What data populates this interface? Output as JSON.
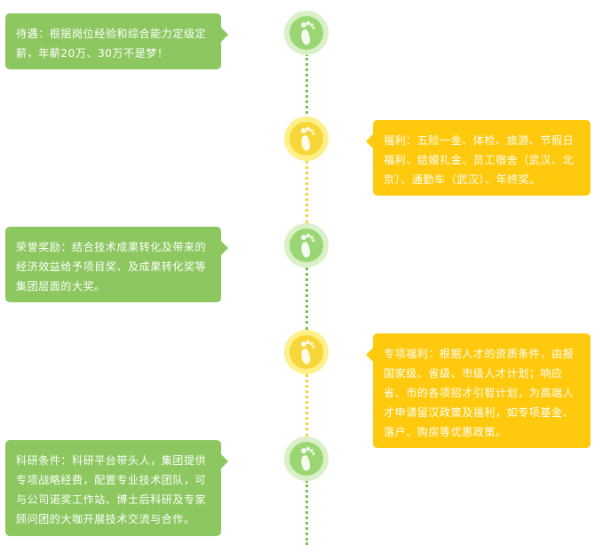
{
  "colors": {
    "green_card": "#8cc760",
    "yellow_card": "#ffc90e",
    "green_node_outer": "#d9f0c8",
    "green_node_inner": "#9ad674",
    "yellow_node_outer": "#fff08a",
    "yellow_node_inner": "#f6d638",
    "green_line": "#7cc14e",
    "yellow_line": "#f2d43a"
  },
  "items": [
    {
      "side": "left",
      "theme": "green",
      "icon": "footprint-icon",
      "text": "待遇：根据岗位经验和综合能力定级定薪，年薪20万、30万不是梦！"
    },
    {
      "side": "right",
      "theme": "yellow",
      "icon": "footprint-icon",
      "text": "福利：五险一金、体检、旅游、节假日福利、结婚礼金、员工宿舍（武汉、北京）、通勤车（武汉）、年终奖。"
    },
    {
      "side": "left",
      "theme": "green",
      "icon": "footprint-icon",
      "text": "荣誉奖励：结合技术成果转化及带来的经济效益给予项目奖、及成果转化奖等集团层面的大奖。"
    },
    {
      "side": "right",
      "theme": "yellow",
      "icon": "footprint-icon",
      "text": "专项福利：根据人才的资质条件，由报国家级、省级、市级人才计划；响应省、市的各项招才引智计划，为高端人才申请留汉政策及福利，如专项基金、落户、购房等优惠政策。"
    },
    {
      "side": "left",
      "theme": "green",
      "icon": "footprint-icon",
      "text": "科研条件：科研平台带头人，集团提供专项战略经费，配置专业技术团队，可与公司诺奖工作站、博士后科研及专家顾问团的大咖开展技术交流与合作。"
    }
  ]
}
